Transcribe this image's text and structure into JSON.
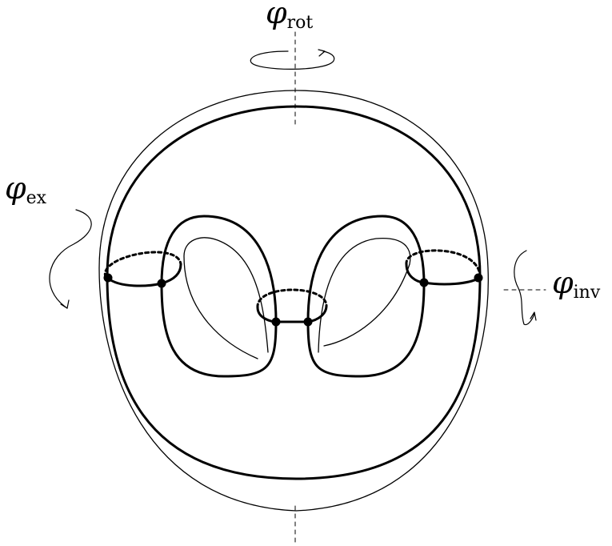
{
  "labels": {
    "rot": {
      "symbol": "φ",
      "subscript": "rot"
    },
    "ex": {
      "symbol": "φ",
      "subscript": "ex"
    },
    "inv": {
      "symbol": "φ",
      "subscript": "inv"
    }
  },
  "colors": {
    "stroke": "#000000",
    "background": "#ffffff"
  }
}
